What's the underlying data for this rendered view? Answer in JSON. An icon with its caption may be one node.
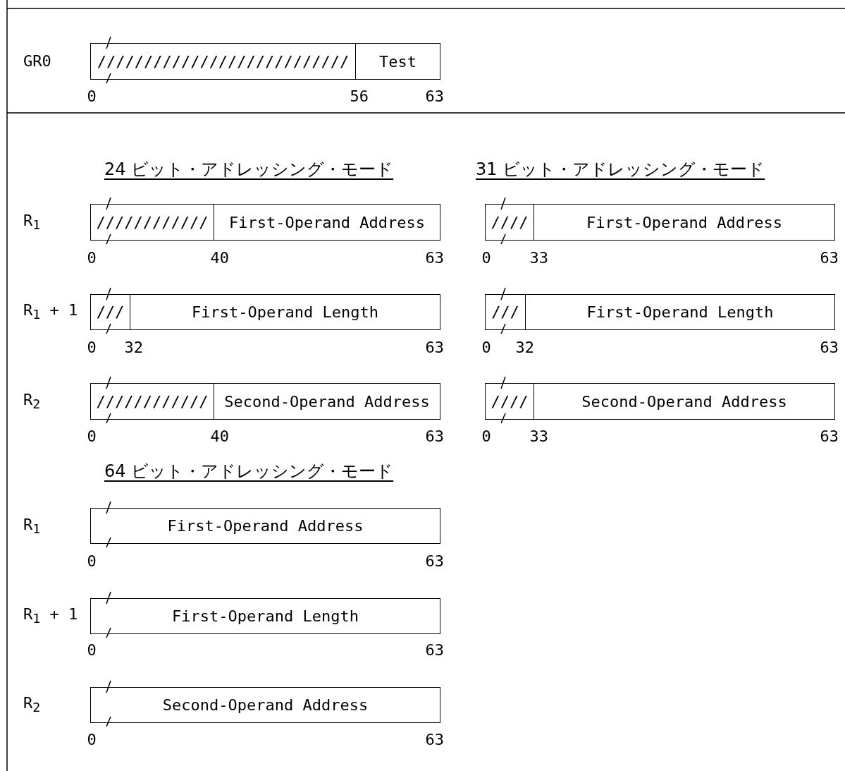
{
  "diagram": {
    "nodes": [
      {
        "text": [
          "///////////////////////////"
        ]
      },
      {
        "text": [
          "Test"
        ]
      },
      {
        "text": [
          "////////////"
        ]
      },
      {
        "text": [
          "First-Operand Address"
        ]
      },
      {
        "text": [
          "////"
        ]
      },
      {
        "text": [
          "First-Operand Address"
        ]
      },
      {
        "text": [
          "///"
        ]
      },
      {
        "text": [
          "First-Operand Length"
        ]
      },
      {
        "text": [
          "///"
        ]
      },
      {
        "text": [
          "First-Operand Length"
        ]
      },
      {
        "text": [
          "////////////"
        ]
      },
      {
        "text": [
          "Second-Operand Address"
        ]
      },
      {
        "text": [
          "////"
        ]
      },
      {
        "text": [
          "Second-Operand Address"
        ]
      },
      {
        "text": [
          "First-Operand Address"
        ]
      },
      {
        "text": [
          "First-Operand Length"
        ]
      },
      {
        "text": [
          "Second-Operand Address"
        ]
      }
    ],
    "labels": [
      "GR0",
      "0",
      "56",
      "63",
      "24 ビット・アドレッシング・モード",
      "31 ビット・アドレッシング・モード",
      "R$_{1}$",
      "0",
      "40",
      "63",
      "0",
      "33",
      "63",
      "R$_{1}$ + 1",
      "0",
      "32",
      "63",
      "0",
      "32",
      "63",
      "R$_{2}$",
      "0",
      "40",
      "63",
      "0",
      "33",
      "63",
      "64 ビット・アドレッシング・モード",
      "R$_{1}$",
      "0",
      "63",
      "R$_{1}$ + 1",
      "0",
      "63",
      "R$_{2}$",
      "0",
      "63"
    ]
  }
}
